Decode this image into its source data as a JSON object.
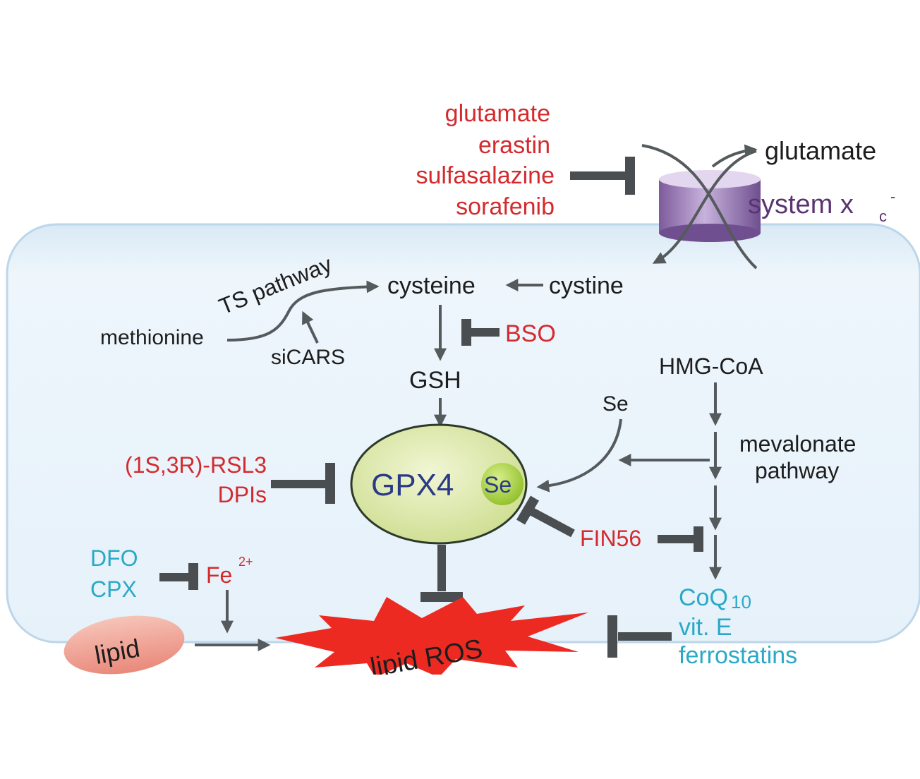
{
  "inhibitors_top": [
    "glutamate",
    "erastin",
    "sulfasalazine",
    "sorafenib"
  ],
  "glutamate_out": "glutamate",
  "system_label": "system x",
  "system_sub": "c",
  "system_sup": "-",
  "ts_pathway": "TS pathway",
  "methionine": "methionine",
  "sicars": "siCARS",
  "cysteine": "cysteine",
  "cystine": "cystine",
  "bso": "BSO",
  "gsh": "GSH",
  "hmg_coa": "HMG-CoA",
  "se": "Se",
  "mevalonate_1": "mevalonate",
  "mevalonate_2": "pathway",
  "rsl3": "(1S,3R)-RSL3",
  "dpis": "DPIs",
  "gpx4": "GPX4",
  "gpx4_se": "Se",
  "fin56": "FIN56",
  "dfo": "DFO",
  "cpx": "CPX",
  "fe": "Fe",
  "fe_sup": "2+",
  "lipid": "lipid",
  "lipid_ros": "lipid ROS",
  "coq": "CoQ",
  "coq_sub": "10",
  "vit_e": "vit. E",
  "ferrostatins": "ferrostatins",
  "colors": {
    "inhibitor_red": "#d42a2e",
    "protector_cyan": "#29a9c7",
    "gpx4_text": "#2a3a86",
    "system_text": "#5a3472",
    "cell_fill": "#e9f3fb",
    "ros_red": "#ec2a22"
  }
}
